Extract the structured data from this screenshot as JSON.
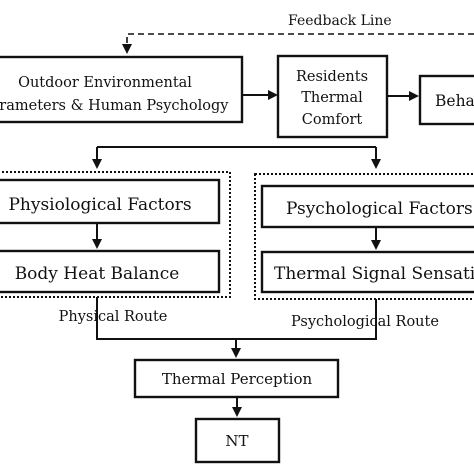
{
  "feedback": {
    "label": "Feedback Line"
  },
  "nodes": {
    "outdoor": {
      "line1": "Outdoor Environmental",
      "line2": "Parameters & Human Psychology"
    },
    "comfort": {
      "line1": "Residents",
      "line2": "Thermal",
      "line3": "Comfort"
    },
    "behavior": {
      "label": "Behavior"
    },
    "physiological_factors": {
      "label": "Physiological Factors"
    },
    "body_heat_balance": {
      "label": "Body Heat Balance"
    },
    "psychological_factors": {
      "label": "Psychological Factors"
    },
    "thermal_signal_sensation": {
      "label": "Thermal Signal Sensation"
    },
    "thermal_perception": {
      "label": "Thermal Perception"
    },
    "nt": {
      "label": "NT"
    }
  },
  "routes": {
    "physical": "Physical Route",
    "psychological": "Psychological Route"
  },
  "colors": {
    "ink": "#111111",
    "background": "#ffffff"
  }
}
